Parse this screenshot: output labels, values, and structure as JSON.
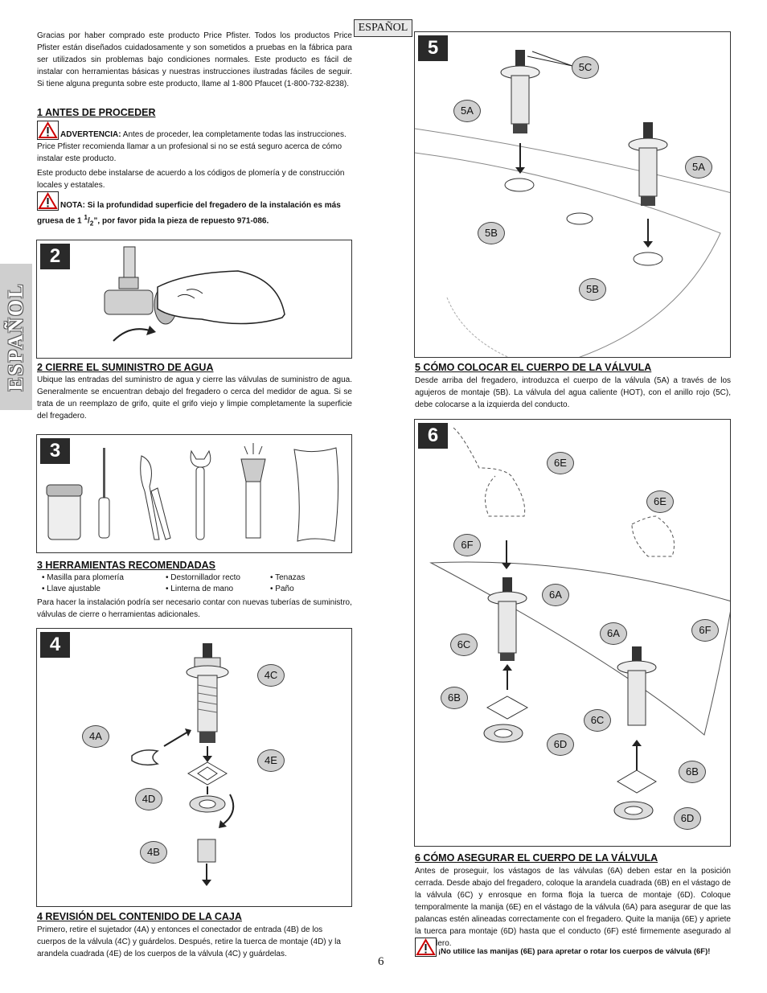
{
  "language_tag": "ESPAÑOL",
  "side_tab": "ESPAÑOL",
  "intro": "Gracias por haber comprado este producto Price Pfister. Todos los productos Price Pfister están diseñados cuidadosamente y son sometidos a pruebas en la fábrica para ser utilizados sin problemas bajo condiciones normales. Este producto es fácil de instalar con herramientas básicas y nuestras instrucciones ilustradas fáciles de seguir. Si tiene alguna pregunta sobre este producto, llame al 1-800 Pfaucet (1-800-732-8238).",
  "section1": {
    "heading": "1  ANTES DE PROCEDER",
    "warning_label": "ADVERTENCIA:",
    "warning_text": " Antes de proceder, lea completamente todas las instrucciones. Price Pfister recomienda llamar a un profesional si no se está seguro acerca de cómo instalar este producto.",
    "code_text": "Este producto debe instalarse de acuerdo a los códigos de plomería y de construcción locales y estatales.",
    "note_a": "NOTA: Si la profundidad superficie del fregadero de la instalación es más gruesa de 1 ",
    "note_sup": "1",
    "note_sub": "2",
    "note_b": "”, por favor pida la pieza de repuesto 971-086."
  },
  "section2": {
    "number": "2",
    "heading": "2  CIERRE EL SUMINISTRO DE AGUA",
    "text": "Ubique las entradas del suministro de agua y cierre las válvulas de suministro de agua. Generalmente se encuentran debajo del fregadero o cerca del medidor de agua. Si se trata de un reemplazo de grifo, quite el grifo viejo y limpie completamente la superficie del fregadero."
  },
  "section3": {
    "number": "3",
    "heading": "3  HERRAMIENTAS RECOMENDADAS",
    "tools_col1": [
      "• Masilla para plomería",
      "• Llave ajustable"
    ],
    "tools_col2": [
      "• Destornillador recto",
      "• Linterna de mano"
    ],
    "tools_col3": [
      "• Tenazas",
      "• Paño"
    ],
    "text": "Para hacer la instalación podría ser necesario contar con nuevas tuberías de suministro, válvulas de cierre o herramientas adicionales."
  },
  "section4": {
    "number": "4",
    "heading": "4  REVISIÓN DEL CONTENIDO DE LA CAJA",
    "callouts": [
      "4C",
      "4A",
      "4E",
      "4D",
      "4B"
    ],
    "text": "Primero, retire el sujetador (4A) y entonces el conectador de entrada (4B) de los cuerpos de la válvula (4C) y guárdelos.  Después, retire la tuerca de montaje (4D) y la arandela cuadrada (4E) de los cuerpos de la válvula (4C) y guárdelas."
  },
  "section5": {
    "number": "5",
    "heading": "5  CÓMO COLOCAR EL CUERPO DE LA VÁLVULA",
    "callouts": [
      "5C",
      "5A",
      "5A",
      "5B",
      "5B"
    ],
    "text": "Desde arriba del fregadero, introduzca el cuerpo de la válvula (5A) a través de los agujeros de montaje (5B). La válvula del agua caliente (HOT), con el anillo rojo (5C), debe colocarse a la izquierda del conducto."
  },
  "section6": {
    "number": "6",
    "heading": "6  CÓMO ASEGURAR EL CUERPO DE LA VÁLVULA",
    "callouts": [
      "6E",
      "6E",
      "6F",
      "6A",
      "6A",
      "6F",
      "6C",
      "6B",
      "6C",
      "6D",
      "6B",
      "6D"
    ],
    "text": "Antes de proseguir, los vástagos de las válvulas (6A) deben estar en la posición cerrada. Desde abajo del fregadero, coloque la arandela cuadrada (6B) en el vástago de la válvula (6C) y enrosque en forma floja la tuerca de montaje (6D). Coloque temporalmente la manija (6E) en el vástago de la válvula (6A) para asegurar de que las palancas estén alineadas correctamente con el fregadero. Quite la manija (6E) y apriete la tuerca para montaje (6D) hasta que el conducto (6F) esté firmemente asegurado al fregadero.",
    "warning": "¡No utilice las manijas (6E) para apretar o rotar los cuerpos de válvula (6F)!"
  },
  "page_number": "6"
}
